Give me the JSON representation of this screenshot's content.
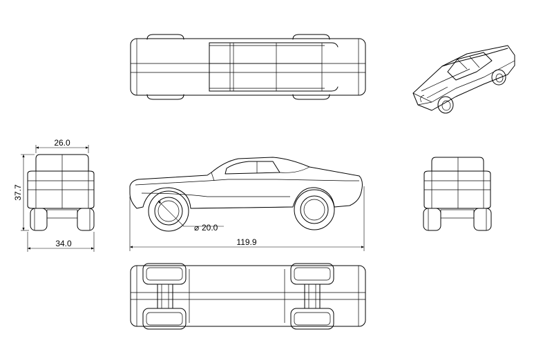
{
  "drawing": {
    "views": [
      "top",
      "isometric",
      "front",
      "side",
      "rear",
      "bottom"
    ],
    "dimensions": {
      "front_width_top": "26.0",
      "front_height": "37.7",
      "front_width_bottom": "34.0",
      "wheel_diameter": "20.0",
      "overall_length": "119.9"
    },
    "diameter_symbol": "⌀",
    "line_color": "#000000",
    "background": "#ffffff"
  }
}
